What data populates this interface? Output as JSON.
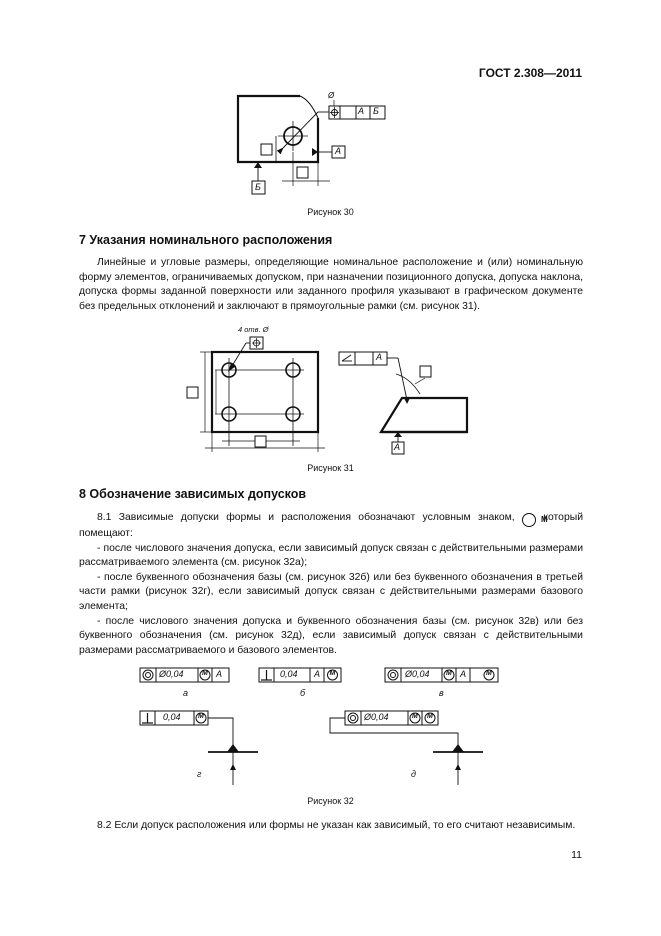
{
  "header": {
    "code": "ГОСТ 2.308—2011"
  },
  "figure30": {
    "caption": "Рисунок 30",
    "base_a": "А",
    "base_b": "Б",
    "frame_base_a": "А",
    "frame_base_b": "Б",
    "phi": "Ø"
  },
  "section7": {
    "title": "7 Указания номинального расположения",
    "paragraph": "Линейные и угловые размеры, определяющие номинальное расположение и (или) номинальную форму элементов, ограничиваемых допуском, при назначении позиционного допуска, допуска наклона, допуска формы заданной поверхности или заданного профиля указывают в графическом документе без предельных отклонений и заключают в прямоугольные рамки (см. рисунок 31)."
  },
  "figure31": {
    "caption": "Рисунок 31",
    "holes_label": "4 отв. Ø",
    "base_a": "А",
    "frame_base": "А"
  },
  "section8": {
    "title": "8 Обозначение зависимых допусков",
    "p1a": "8.1  Зависимые допуски формы и расположения обозначают условным знаком,",
    "p1b": "который помещают:",
    "items": [
      "- после числового значения допуска, если зависимый допуск связан с действительными размерами рассматриваемого элемента (см. рисунок 32а);",
      "- после буквенного обозначения базы (см. рисунок 32б) или без буквенного обозначения в третьей части рамки (рисунок 32г), если зависимый допуск связан с действительными размерами базового элемента;",
      "- после числового значения допуска и буквенного обозначения базы (см. рисунок 32в) или без буквенного обозначения (см. рисунок 32д), если зависимый допуск связан с действительными размерами рассматриваемого и базового элементов."
    ],
    "p2": "8.2  Если допуск расположения или формы не указан как зависимый, то его считают независимым."
  },
  "figure32": {
    "caption": "Рисунок 32",
    "a": {
      "value": "Ø0,04",
      "m": "M",
      "base": "A",
      "label": "а"
    },
    "b": {
      "value": "0,04",
      "base": "A",
      "m": "M",
      "label": "б"
    },
    "v": {
      "value": "Ø0,04",
      "m1": "M",
      "base": "A",
      "m2": "M",
      "label": "в"
    },
    "g": {
      "value": "0,04",
      "m": "M",
      "label": "г"
    },
    "d": {
      "value": "Ø0,04",
      "m1": "M",
      "m2": "M",
      "label": "д"
    }
  },
  "page_number": "11"
}
